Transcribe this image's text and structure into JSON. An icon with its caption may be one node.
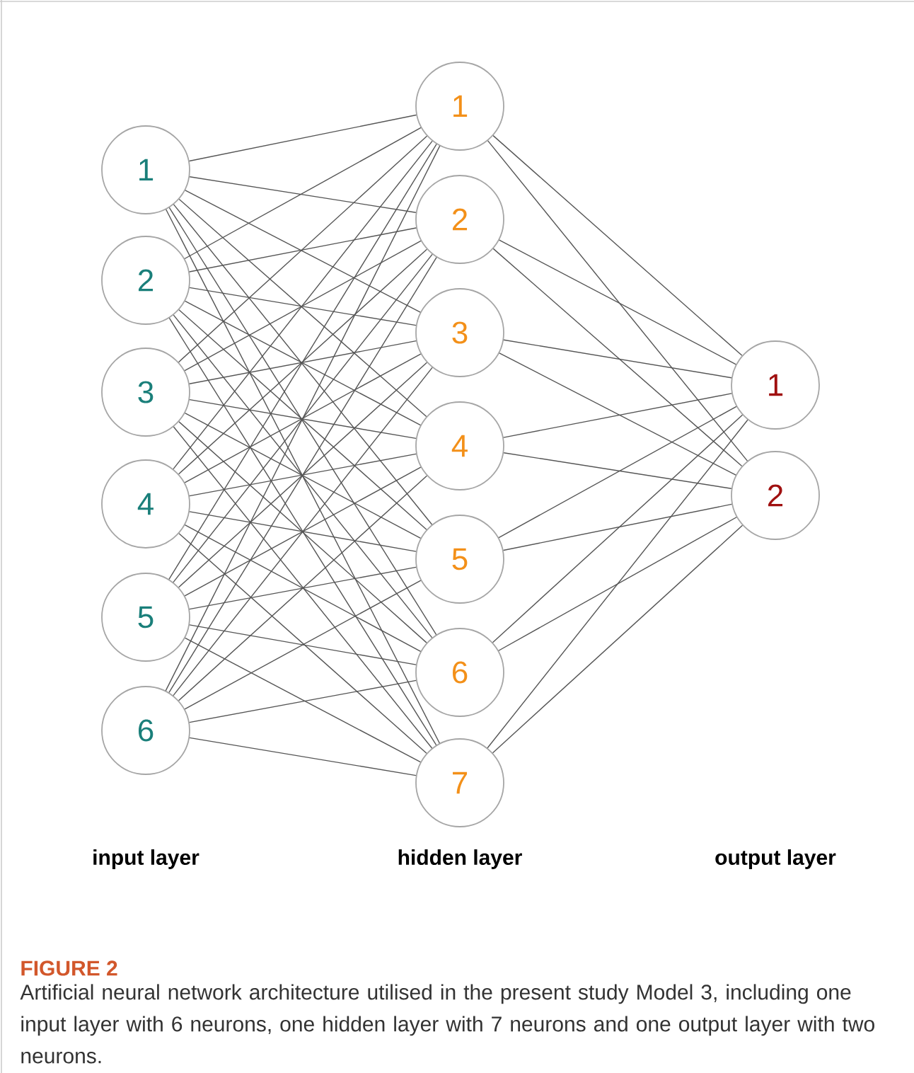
{
  "diagram": {
    "title": "FIGURE 2",
    "caption": "Artificial neural network architecture utilised in the present study Model 3, including one input layer with 6 neurons, one hidden layer with 7 neurons and one output layer with two neurons.",
    "nodes": [
      {
        "text": [
          "1"
        ]
      },
      {
        "text": [
          "2"
        ]
      },
      {
        "text": [
          "3"
        ]
      },
      {
        "text": [
          "4"
        ]
      },
      {
        "text": [
          "5"
        ]
      },
      {
        "text": [
          "6"
        ]
      },
      {
        "text": [
          "1"
        ]
      },
      {
        "text": [
          "2"
        ]
      },
      {
        "text": [
          "3"
        ]
      },
      {
        "text": [
          "4"
        ]
      },
      {
        "text": [
          "5"
        ]
      },
      {
        "text": [
          "6"
        ]
      },
      {
        "text": [
          "7"
        ]
      },
      {
        "text": [
          "1"
        ]
      },
      {
        "text": [
          "2"
        ]
      }
    ],
    "edges": [
      {
        "from": 0,
        "to": 6,
        "arrow": "none"
      },
      {
        "from": 0,
        "to": 7,
        "arrow": "none"
      },
      {
        "from": 0,
        "to": 8,
        "arrow": "none"
      },
      {
        "from": 0,
        "to": 9,
        "arrow": "none"
      },
      {
        "from": 0,
        "to": 10,
        "arrow": "none"
      },
      {
        "from": 0,
        "to": 11,
        "arrow": "none"
      },
      {
        "from": 0,
        "to": 12,
        "arrow": "none"
      },
      {
        "from": 1,
        "to": 6,
        "arrow": "none"
      },
      {
        "from": 1,
        "to": 7,
        "arrow": "none"
      },
      {
        "from": 1,
        "to": 8,
        "arrow": "none"
      },
      {
        "from": 1,
        "to": 9,
        "arrow": "none"
      },
      {
        "from": 1,
        "to": 10,
        "arrow": "none"
      },
      {
        "from": 1,
        "to": 11,
        "arrow": "none"
      },
      {
        "from": 1,
        "to": 12,
        "arrow": "none"
      },
      {
        "from": 2,
        "to": 6,
        "arrow": "none"
      },
      {
        "from": 2,
        "to": 7,
        "arrow": "none"
      },
      {
        "from": 2,
        "to": 8,
        "arrow": "none"
      },
      {
        "from": 2,
        "to": 9,
        "arrow": "none"
      },
      {
        "from": 2,
        "to": 10,
        "arrow": "none"
      },
      {
        "from": 2,
        "to": 11,
        "arrow": "none"
      },
      {
        "from": 2,
        "to": 12,
        "arrow": "none"
      },
      {
        "from": 3,
        "to": 6,
        "arrow": "none"
      },
      {
        "from": 3,
        "to": 7,
        "arrow": "none"
      },
      {
        "from": 3,
        "to": 8,
        "arrow": "none"
      },
      {
        "from": 3,
        "to": 9,
        "arrow": "none"
      },
      {
        "from": 3,
        "to": 10,
        "arrow": "none"
      },
      {
        "from": 3,
        "to": 11,
        "arrow": "none"
      },
      {
        "from": 3,
        "to": 12,
        "arrow": "none"
      },
      {
        "from": 4,
        "to": 6,
        "arrow": "none"
      },
      {
        "from": 4,
        "to": 7,
        "arrow": "none"
      },
      {
        "from": 4,
        "to": 8,
        "arrow": "none"
      },
      {
        "from": 4,
        "to": 9,
        "arrow": "none"
      },
      {
        "from": 4,
        "to": 10,
        "arrow": "none"
      },
      {
        "from": 4,
        "to": 11,
        "arrow": "none"
      },
      {
        "from": 4,
        "to": 12,
        "arrow": "none"
      },
      {
        "from": 5,
        "to": 6,
        "arrow": "none"
      },
      {
        "from": 5,
        "to": 7,
        "arrow": "none"
      },
      {
        "from": 5,
        "to": 8,
        "arrow": "none"
      },
      {
        "from": 5,
        "to": 9,
        "arrow": "none"
      },
      {
        "from": 5,
        "to": 10,
        "arrow": "none"
      },
      {
        "from": 5,
        "to": 11,
        "arrow": "none"
      },
      {
        "from": 5,
        "to": 12,
        "arrow": "none"
      },
      {
        "from": 6,
        "to": 13,
        "arrow": "none"
      },
      {
        "from": 6,
        "to": 14,
        "arrow": "none"
      },
      {
        "from": 7,
        "to": 13,
        "arrow": "none"
      },
      {
        "from": 7,
        "to": 14,
        "arrow": "none"
      },
      {
        "from": 8,
        "to": 13,
        "arrow": "none"
      },
      {
        "from": 8,
        "to": 14,
        "arrow": "none"
      },
      {
        "from": 9,
        "to": 13,
        "arrow": "none"
      },
      {
        "from": 9,
        "to": 14,
        "arrow": "none"
      },
      {
        "from": 10,
        "to": 13,
        "arrow": "none"
      },
      {
        "from": 10,
        "to": 14,
        "arrow": "none"
      },
      {
        "from": 11,
        "to": 13,
        "arrow": "none"
      },
      {
        "from": 11,
        "to": 14,
        "arrow": "none"
      },
      {
        "from": 12,
        "to": 13,
        "arrow": "none"
      },
      {
        "from": 12,
        "to": 14,
        "arrow": "none"
      }
    ],
    "labels": [
      "input layer",
      "hidden layer",
      "output layer"
    ]
  }
}
